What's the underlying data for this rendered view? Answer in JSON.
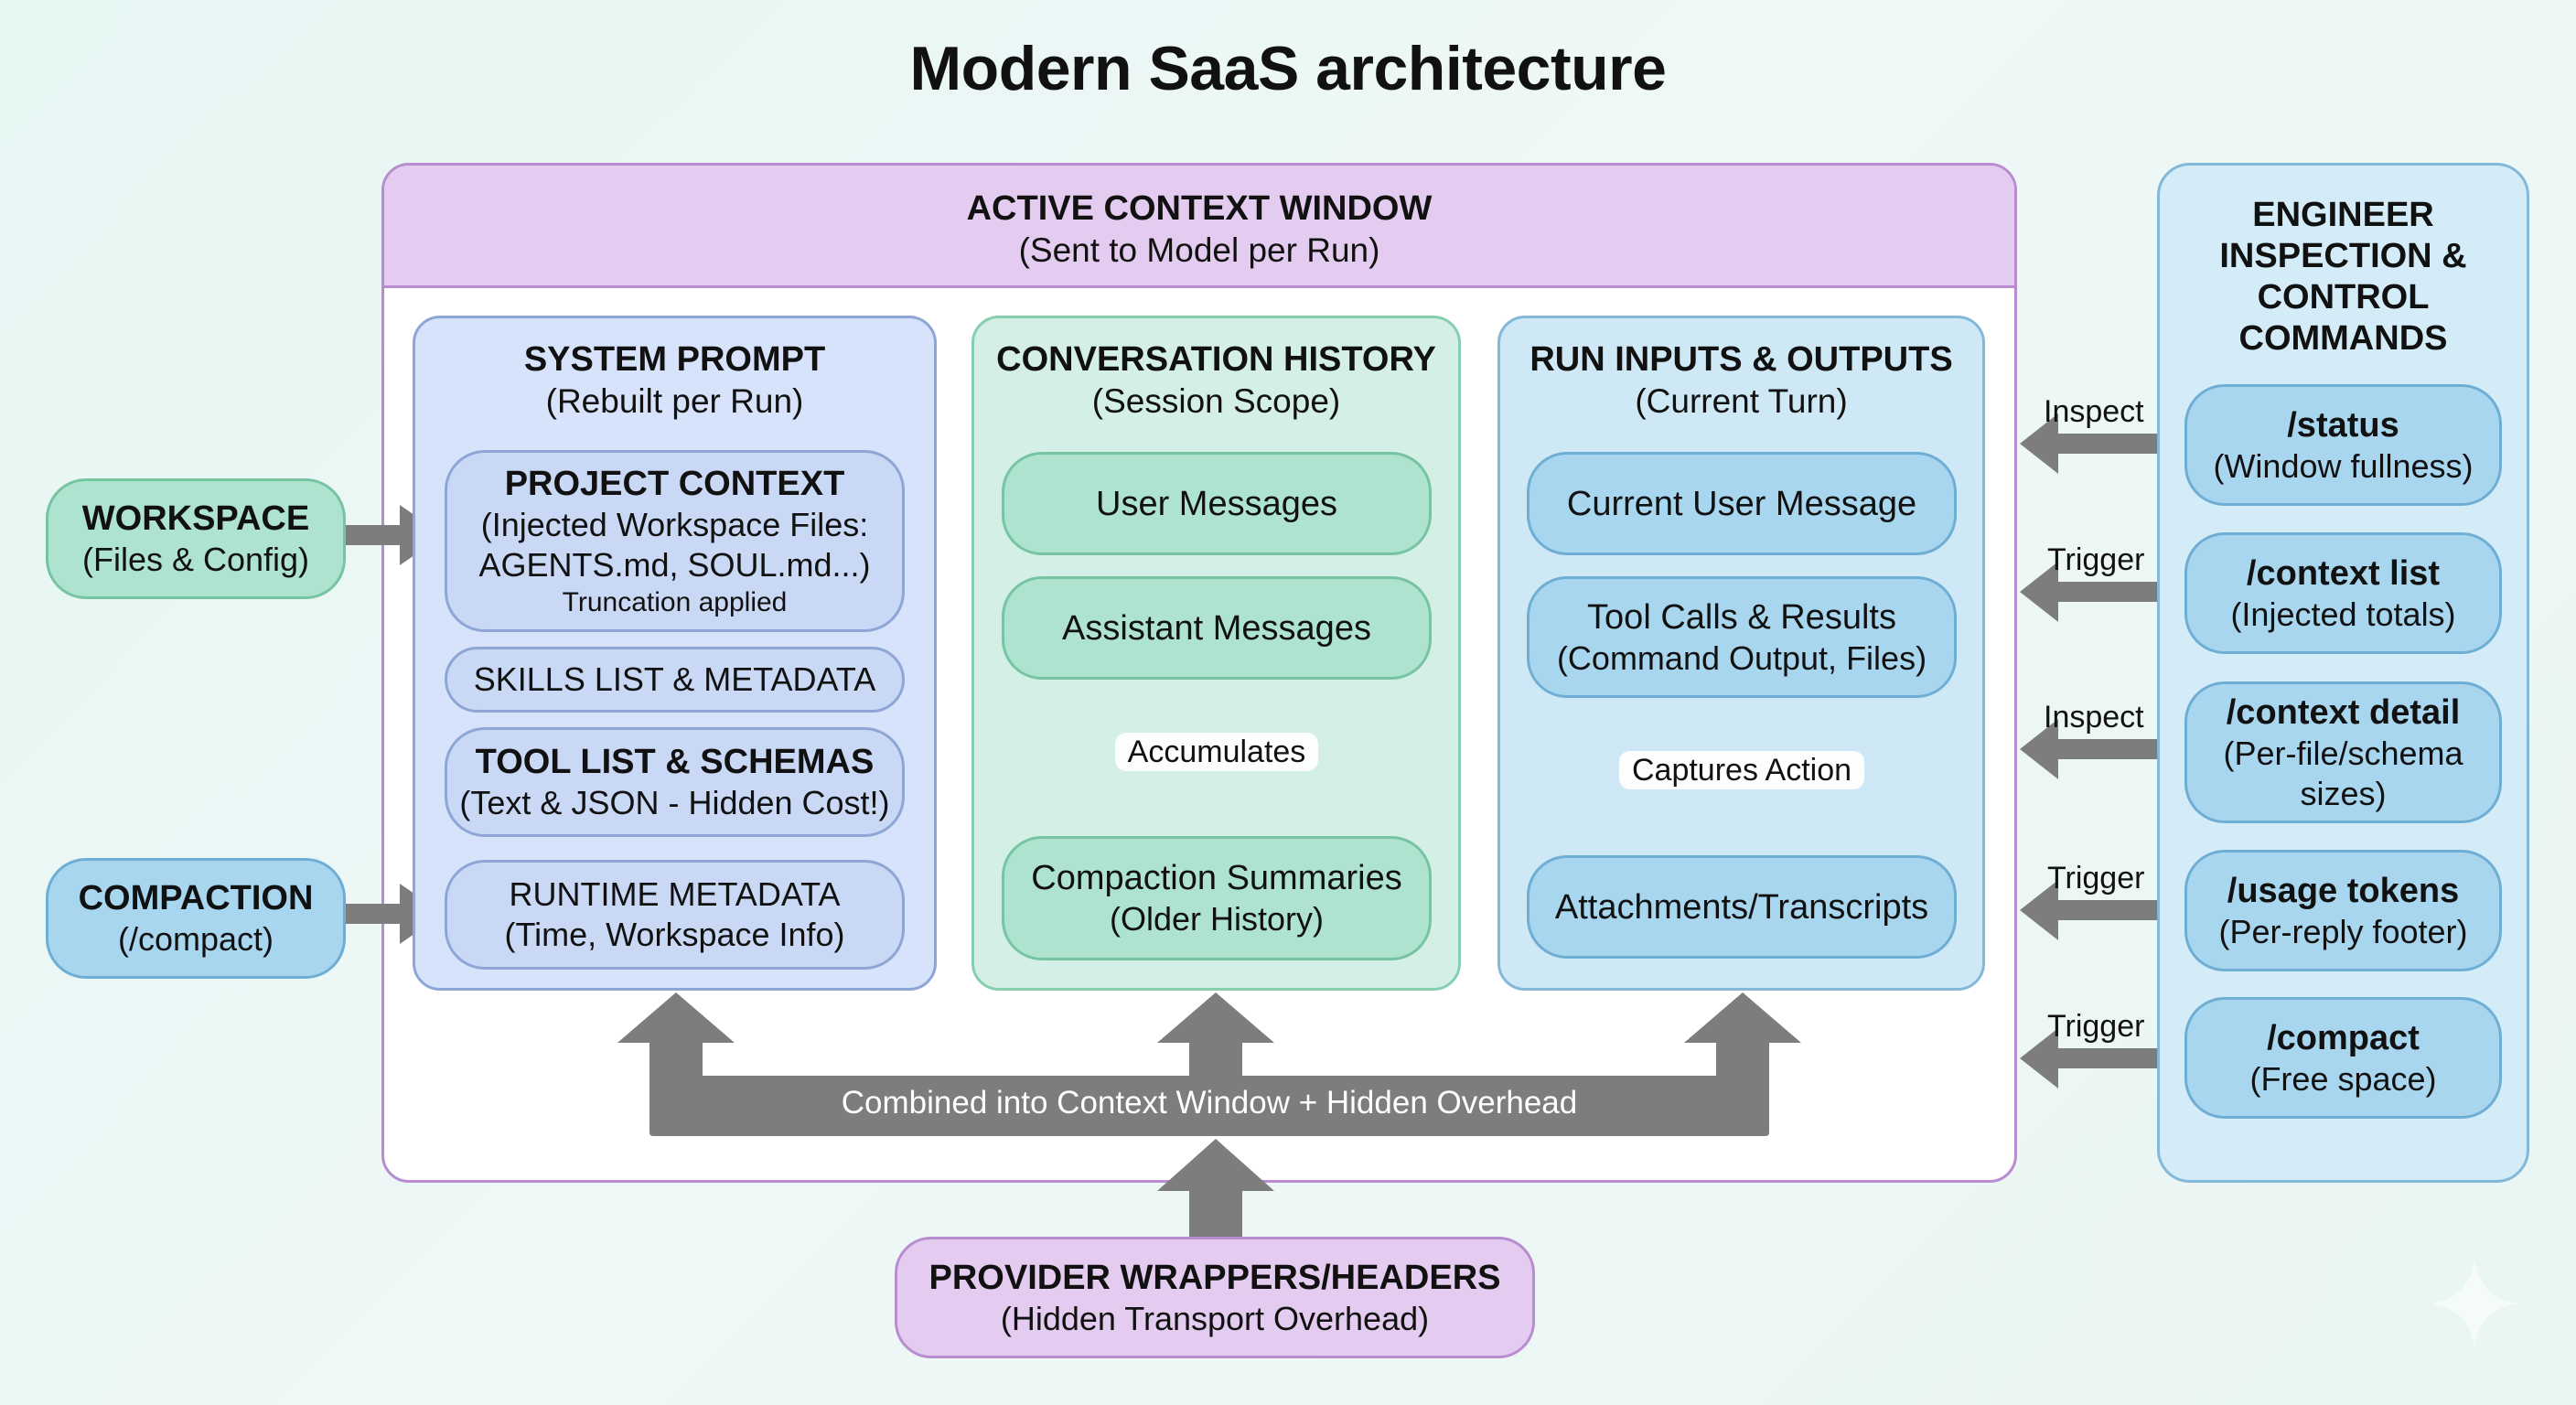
{
  "title": "Modern SaaS architecture",
  "context_window": {
    "title": "ACTIVE CONTEXT WINDOW",
    "subtitle": "(Sent to Model per Run)"
  },
  "system_prompt": {
    "title": "SYSTEM PROMPT",
    "subtitle": "(Rebuilt per Run)",
    "project_context": {
      "title": "PROJECT CONTEXT",
      "line1": "(Injected Workspace Files:",
      "line2": "AGENTS.md, SOUL.md...)",
      "note": "Truncation applied"
    },
    "skills": "SKILLS LIST & METADATA",
    "tools": {
      "title": "TOOL LIST & SCHEMAS",
      "subtitle": "(Text & JSON - Hidden Cost!)"
    },
    "runtime": {
      "title": "RUNTIME METADATA",
      "subtitle": "(Time, Workspace Info)"
    }
  },
  "conversation": {
    "title": "CONVERSATION HISTORY",
    "subtitle": "(Session Scope)",
    "user_messages": "User Messages",
    "assistant_messages": "Assistant Messages",
    "flow_label": "Accumulates",
    "summaries": {
      "title": "Compaction Summaries",
      "subtitle": "(Older History)"
    }
  },
  "run_io": {
    "title": "RUN INPUTS & OUTPUTS",
    "subtitle": "(Current Turn)",
    "current_message": "Current User Message",
    "tool_calls": {
      "title": "Tool Calls & Results",
      "subtitle": "(Command Output, Files)"
    },
    "flow_label": "Captures Action",
    "attachments": "Attachments/Transcripts"
  },
  "inputs": {
    "workspace": {
      "title": "WORKSPACE",
      "subtitle": "(Files & Config)"
    },
    "compaction": {
      "title": "COMPACTION",
      "subtitle": "(/compact)"
    }
  },
  "combined_label": "Combined into Context Window + Hidden Overhead",
  "provider": {
    "title": "PROVIDER WRAPPERS/HEADERS",
    "subtitle": "(Hidden Transport Overhead)"
  },
  "engineer": {
    "title_lines": [
      "ENGINEER",
      "INSPECTION &",
      "CONTROL",
      "COMMANDS"
    ],
    "commands": [
      {
        "action": "Inspect",
        "name": "/status",
        "desc": "(Window fullness)"
      },
      {
        "action": "Trigger",
        "name": "/context list",
        "desc": "(Injected totals)"
      },
      {
        "action": "Inspect",
        "name": "/context detail",
        "desc": "(Per-file/schema sizes)"
      },
      {
        "action": "Trigger",
        "name": "/usage tokens",
        "desc": "(Per-reply footer)"
      },
      {
        "action": "Trigger",
        "name": "/compact",
        "desc": "(Free space)"
      }
    ]
  },
  "colors": {
    "context_header": "#e3ccf0",
    "system_prompt": "#d6e3fb",
    "conversation": "#d4f0e6",
    "run_io": "#cfe8f6",
    "arrow": "#7d7d7d"
  },
  "watermark_icon": "sparkle-icon"
}
